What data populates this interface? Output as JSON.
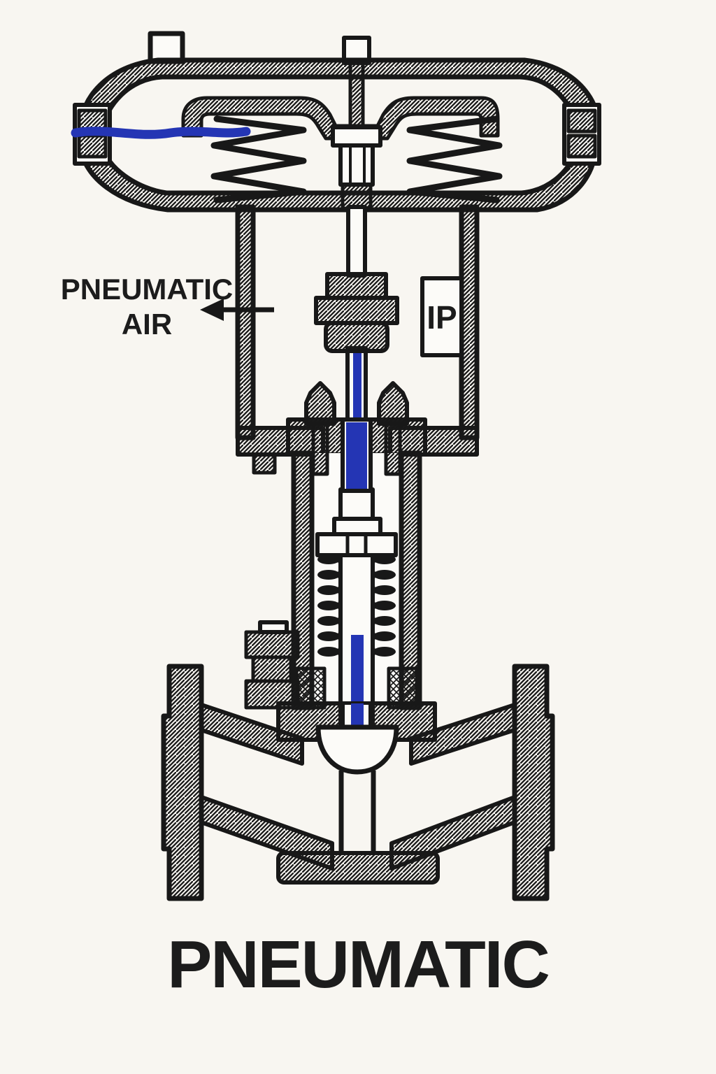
{
  "diagram": {
    "caption": "PNEUMATIC",
    "labels": {
      "air_line1": "PNEUMATIC",
      "air_line2": "AIR",
      "ip": "IP"
    },
    "colors": {
      "background": "#f8f6f1",
      "ink": "#181818",
      "text": "#1c1c1c",
      "accent": "#2435b4",
      "paper": "#fcfbf8"
    }
  }
}
